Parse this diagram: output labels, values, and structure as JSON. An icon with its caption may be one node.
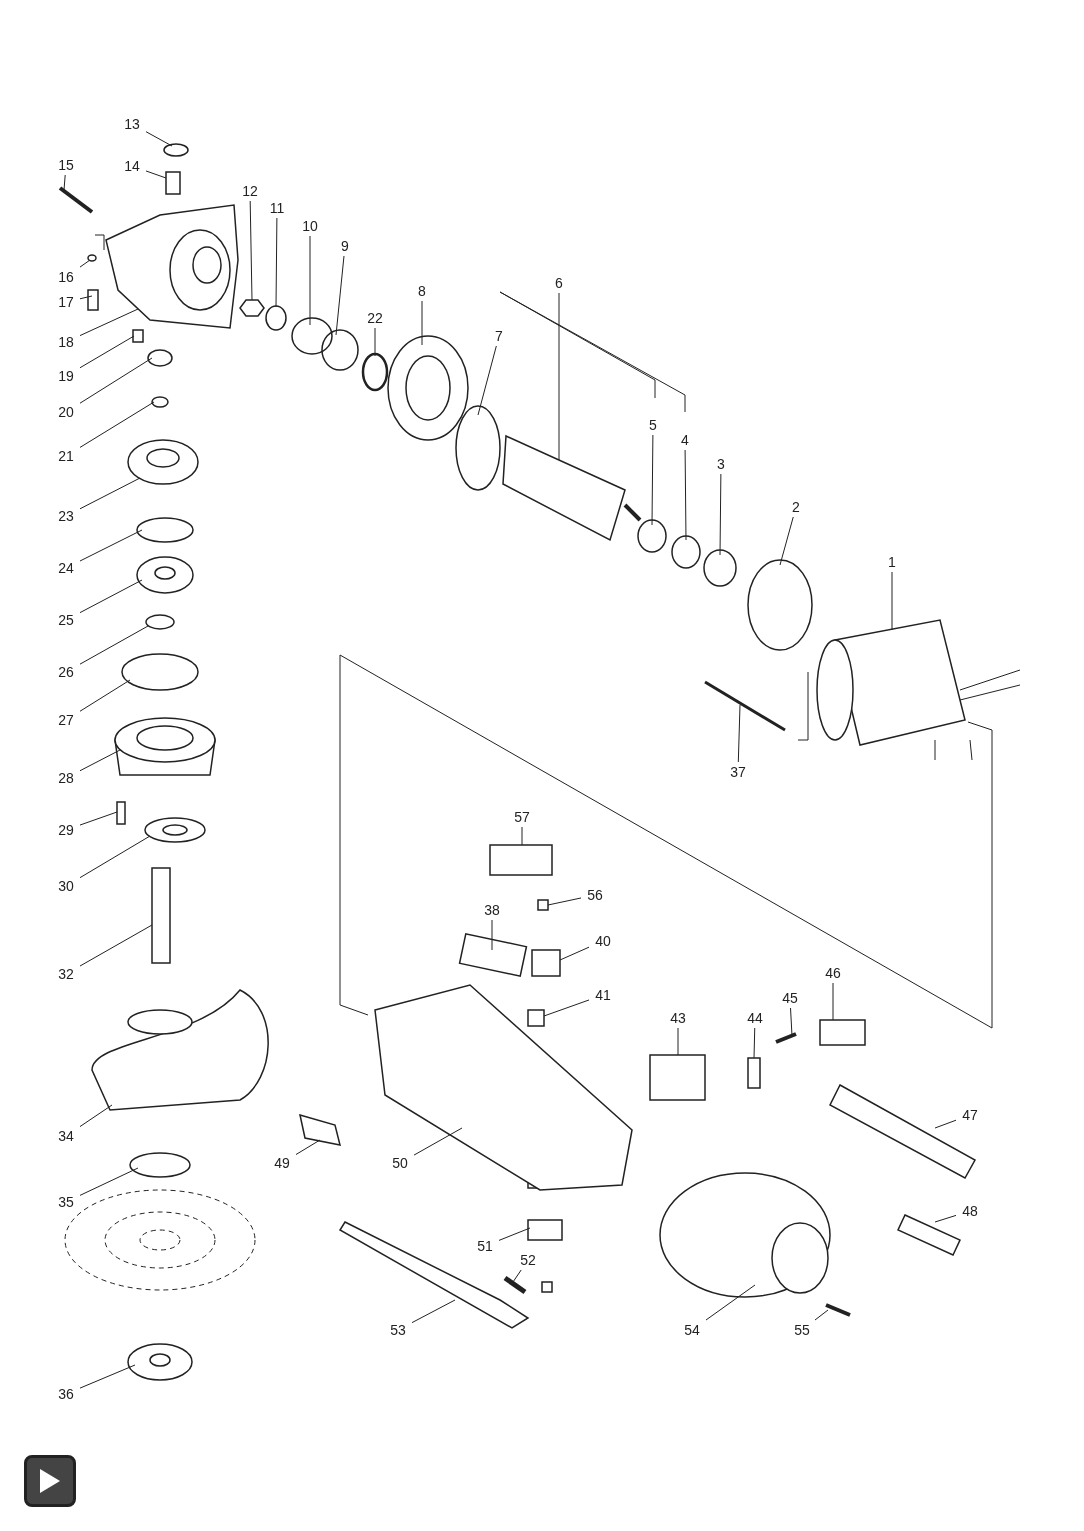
{
  "diagram": {
    "nodes": [
      {
        "text": [
          "13"
        ]
      },
      {
        "text": [
          "15"
        ]
      },
      {
        "text": [
          "14"
        ]
      },
      {
        "text": [
          "12"
        ]
      },
      {
        "text": [
          "11"
        ]
      },
      {
        "text": [
          "10"
        ]
      },
      {
        "text": [
          "9"
        ]
      },
      {
        "text": [
          "16"
        ]
      },
      {
        "text": [
          "6"
        ]
      },
      {
        "text": [
          "8"
        ]
      },
      {
        "text": [
          "17"
        ]
      },
      {
        "text": [
          "22"
        ]
      },
      {
        "text": [
          "7"
        ]
      },
      {
        "text": [
          "18"
        ]
      },
      {
        "text": [
          "19"
        ]
      },
      {
        "text": [
          "20"
        ]
      },
      {
        "text": [
          "5"
        ]
      },
      {
        "text": [
          "4"
        ]
      },
      {
        "text": [
          "21"
        ]
      },
      {
        "text": [
          "3"
        ]
      },
      {
        "text": [
          "2"
        ]
      },
      {
        "text": [
          "23"
        ]
      },
      {
        "text": [
          "1"
        ]
      },
      {
        "text": [
          "24"
        ]
      },
      {
        "text": [
          "25"
        ]
      },
      {
        "text": [
          "26"
        ]
      },
      {
        "text": [
          "27"
        ]
      },
      {
        "text": [
          "37"
        ]
      },
      {
        "text": [
          "28"
        ]
      },
      {
        "text": [
          "57"
        ]
      },
      {
        "text": [
          "29"
        ]
      },
      {
        "text": [
          "30"
        ]
      },
      {
        "text": [
          "56"
        ]
      },
      {
        "text": [
          "38"
        ]
      },
      {
        "text": [
          "40"
        ]
      },
      {
        "text": [
          "32"
        ]
      },
      {
        "text": [
          "46"
        ]
      },
      {
        "text": [
          "41"
        ]
      },
      {
        "text": [
          "45"
        ]
      },
      {
        "text": [
          "43"
        ]
      },
      {
        "text": [
          "44"
        ]
      },
      {
        "text": [
          "47"
        ]
      },
      {
        "text": [
          "34"
        ]
      },
      {
        "text": [
          "49"
        ]
      },
      {
        "text": [
          "50"
        ]
      },
      {
        "text": [
          "35"
        ]
      },
      {
        "text": [
          "48"
        ]
      },
      {
        "text": [
          "51"
        ]
      },
      {
        "text": [
          "52"
        ]
      },
      {
        "text": [
          "53"
        ]
      },
      {
        "text": [
          "54"
        ]
      },
      {
        "text": [
          "55"
        ]
      },
      {
        "text": [
          "36"
        ]
      },
      {
        "text": [],
        "shape": "circle"
      },
      {
        "text": [],
        "shape": "picture"
      },
      {
        "text": [],
        "shape": "box"
      },
      {
        "text": [],
        "shape": "box"
      },
      {
        "text": [],
        "shape": "circle"
      },
      {
        "text": [],
        "shape": "circle"
      },
      {
        "text": [],
        "shape": "circle"
      },
      {
        "text": [],
        "shape": "circle"
      },
      {
        "text": [],
        "shape": "picture"
      },
      {
        "text": [],
        "shape": "picture"
      },
      {
        "text": [],
        "shape": "box"
      },
      {
        "text": [],
        "shape": "circle"
      },
      {
        "text": [],
        "shape": "circle"
      },
      {
        "text": [],
        "shape": "picture"
      },
      {
        "text": [],
        "shape": "box"
      },
      {
        "text": [],
        "shape": "circle"
      },
      {
        "text": [],
        "shape": "circle"
      },
      {
        "text": [],
        "shape": "circle"
      },
      {
        "text": [],
        "shape": "circle"
      },
      {
        "text": [],
        "shape": "circle"
      },
      {
        "text": [],
        "shape": "circle"
      },
      {
        "text": [],
        "shape": "picture"
      },
      {
        "text": [],
        "shape": "picture"
      },
      {
        "text": [],
        "shape": "circle"
      },
      {
        "text": [],
        "shape": "picture"
      },
      {
        "text": [],
        "shape": "circle"
      },
      {
        "text": [],
        "shape": "circle"
      },
      {
        "text": [],
        "shape": "picture"
      },
      {
        "text": [],
        "shape": "picture"
      },
      {
        "text": [],
        "shape": "box"
      },
      {
        "text": [],
        "shape": "box"
      },
      {
        "text": [],
        "shape": "picture"
      },
      {
        "text": [],
        "shape": "box"
      },
      {
        "text": [],
        "shape": "box"
      },
      {
        "text": [],
        "shape": "box"
      },
      {
        "text": [],
        "shape": "box"
      },
      {
        "text": [],
        "shape": "box"
      },
      {
        "text": [],
        "shape": "box"
      },
      {
        "text": [],
        "shape": "picture"
      },
      {
        "text": [],
        "shape": "box"
      },
      {
        "text": [],
        "shape": "box"
      },
      {
        "text": [],
        "shape": "box"
      },
      {
        "text": [],
        "shape": "picture"
      },
      {
        "text": [],
        "shape": "box"
      },
      {
        "text": [],
        "shape": "box"
      },
      {
        "text": [],
        "shape": "circle"
      },
      {
        "text": [],
        "shape": "box"
      },
      {
        "text": [],
        "shape": "box"
      },
      {
        "text": [],
        "shape": "picture"
      },
      {
        "text": [],
        "shape": "box"
      },
      {
        "text": [],
        "shape": "picture"
      },
      {
        "text": [],
        "shape": "picture"
      },
      {
        "text": [],
        "shape": "picture"
      }
    ],
    "edges": [
      {
        "from": 0,
        "to": 53,
        "arrow": "none"
      },
      {
        "from": 1,
        "to": 54,
        "arrow": "none"
      },
      {
        "from": 2,
        "to": 55,
        "arrow": "none"
      },
      {
        "from": 3,
        "to": 56,
        "arrow": "none"
      },
      {
        "from": 4,
        "to": 57,
        "arrow": "none"
      },
      {
        "from": 5,
        "to": 58,
        "arrow": "none"
      },
      {
        "from": 6,
        "to": 59,
        "arrow": "none"
      },
      {
        "from": 7,
        "to": 60,
        "arrow": "none"
      },
      {
        "from": 8,
        "to": 61,
        "arrow": "none"
      },
      {
        "from": 9,
        "to": 62,
        "arrow": "none"
      },
      {
        "from": 10,
        "to": 63,
        "arrow": "none"
      },
      {
        "from": 11,
        "to": 64,
        "arrow": "none"
      },
      {
        "from": 12,
        "to": 65,
        "arrow": "none"
      },
      {
        "from": 13,
        "to": 66,
        "arrow": "none"
      },
      {
        "from": 14,
        "to": 67,
        "arrow": "none"
      },
      {
        "from": 15,
        "to": 68,
        "arrow": "none"
      },
      {
        "from": 16,
        "to": 69,
        "arrow": "none"
      },
      {
        "from": 17,
        "to": 70,
        "arrow": "none"
      },
      {
        "from": 18,
        "to": 71,
        "arrow": "none"
      },
      {
        "from": 19,
        "to": 72,
        "arrow": "none"
      },
      {
        "from": 20,
        "to": 73,
        "arrow": "none"
      },
      {
        "from": 21,
        "to": 74,
        "arrow": "none"
      },
      {
        "from": 22,
        "to": 75,
        "arrow": "none"
      },
      {
        "from": 23,
        "to": 76,
        "arrow": "none"
      },
      {
        "from": 24,
        "to": 77,
        "arrow": "none"
      },
      {
        "from": 25,
        "to": 78,
        "arrow": "none"
      },
      {
        "from": 26,
        "to": 79,
        "arrow": "none"
      },
      {
        "from": 27,
        "to": 80,
        "arrow": "none"
      },
      {
        "from": 28,
        "to": 81,
        "arrow": "none"
      },
      {
        "from": 29,
        "to": 82,
        "arrow": "none"
      },
      {
        "from": 30,
        "to": 83,
        "arrow": "none"
      },
      {
        "from": 31,
        "to": 84,
        "arrow": "none"
      },
      {
        "from": 32,
        "to": 85,
        "arrow": "none"
      },
      {
        "from": 33,
        "to": 86,
        "arrow": "none"
      },
      {
        "from": 34,
        "to": 87,
        "arrow": "none"
      },
      {
        "from": 35,
        "to": 88,
        "arrow": "none"
      },
      {
        "from": 36,
        "to": 89,
        "arrow": "none"
      },
      {
        "from": 37,
        "to": 90,
        "arrow": "none"
      },
      {
        "from": 38,
        "to": 91,
        "arrow": "none"
      },
      {
        "from": 39,
        "to": 92,
        "arrow": "none"
      },
      {
        "from": 40,
        "to": 93,
        "arrow": "none"
      },
      {
        "from": 41,
        "to": 94,
        "arrow": "none"
      },
      {
        "from": 42,
        "to": 95,
        "arrow": "none"
      },
      {
        "from": 43,
        "to": 96,
        "arrow": "none"
      },
      {
        "from": 44,
        "to": 97,
        "arrow": "none"
      },
      {
        "from": 45,
        "to": 98,
        "arrow": "none"
      },
      {
        "from": 46,
        "to": 99,
        "arrow": "none"
      },
      {
        "from": 47,
        "to": 100,
        "arrow": "none"
      },
      {
        "from": 48,
        "to": 101,
        "arrow": "none"
      },
      {
        "from": 49,
        "to": 102,
        "arrow": "none"
      },
      {
        "from": 50,
        "to": 103,
        "arrow": "none"
      },
      {
        "from": 51,
        "to": 104,
        "arrow": "none"
      },
      {
        "from": 52,
        "to": 105,
        "arrow": "none"
      }
    ]
  }
}
